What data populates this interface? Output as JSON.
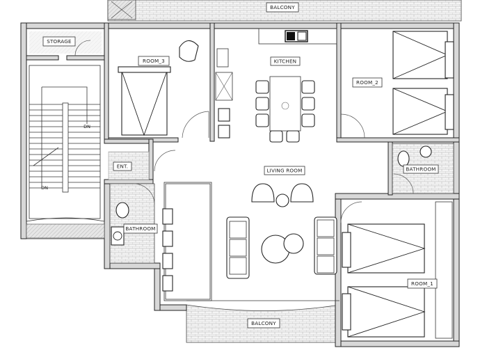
{
  "rooms": {
    "balcony_top": "BALCONY",
    "storage": "STORAGE",
    "room_3": "ROOM_3",
    "kitchen": "KITCHEN",
    "room_2": "ROOM_2",
    "entrance": "ENT.",
    "living_room": "LIVING ROOM",
    "bathroom_right": "BATHROOM",
    "bathroom_left": "BATHROOM",
    "room_1": "ROOM_1",
    "balcony_bottom": "BALCONY"
  },
  "stairs": {
    "dn_upper": "DN",
    "dn_lower": "DN"
  }
}
